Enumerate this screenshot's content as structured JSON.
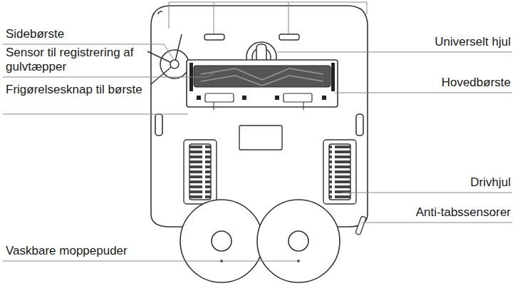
{
  "diagram": {
    "labels": [
      "Sidebørste",
      "Sensor til registrering af gulvtæpper",
      "Frigørelsesknap til børste",
      "Vaskbare moppepuder",
      "Universelt hjul",
      "Hovedbørste",
      "Drivhjul",
      "Anti-tabssensorer"
    ]
  }
}
